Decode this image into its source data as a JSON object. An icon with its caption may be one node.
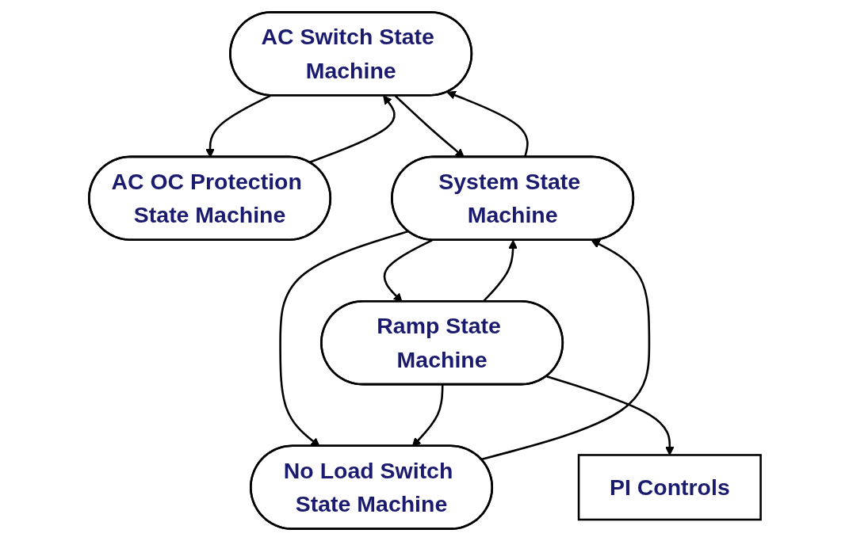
{
  "diagram": {
    "nodes": [
      {
        "text": [
          "AC Switch State Machine"
        ]
      },
      {
        "text": [
          "AC OC Protection State Machine"
        ]
      },
      {
        "text": [
          "System State Machine"
        ]
      },
      {
        "text": [
          "No Load Switch State Machine"
        ]
      },
      {
        "text": [
          "Ramp State Machine"
        ]
      },
      {
        "text": [
          "PI Controls"
        ]
      }
    ],
    "edges": [
      {
        "from": 0,
        "to": 1,
        "arrow": "to"
      },
      {
        "from": 1,
        "to": 0,
        "arrow": "to"
      },
      {
        "from": 0,
        "to": 2,
        "arrow": "to"
      },
      {
        "from": 2,
        "to": 0,
        "arrow": "to"
      },
      {
        "from": 2,
        "to": 3,
        "arrow": "to"
      },
      {
        "from": 3,
        "to": 2,
        "arrow": "to"
      },
      {
        "from": 2,
        "to": 4,
        "arrow": "to"
      },
      {
        "from": 4,
        "to": 2,
        "arrow": "to"
      },
      {
        "from": 4,
        "to": 3,
        "arrow": "to"
      },
      {
        "from": 4,
        "to": 5,
        "arrow": "to"
      }
    ]
  }
}
